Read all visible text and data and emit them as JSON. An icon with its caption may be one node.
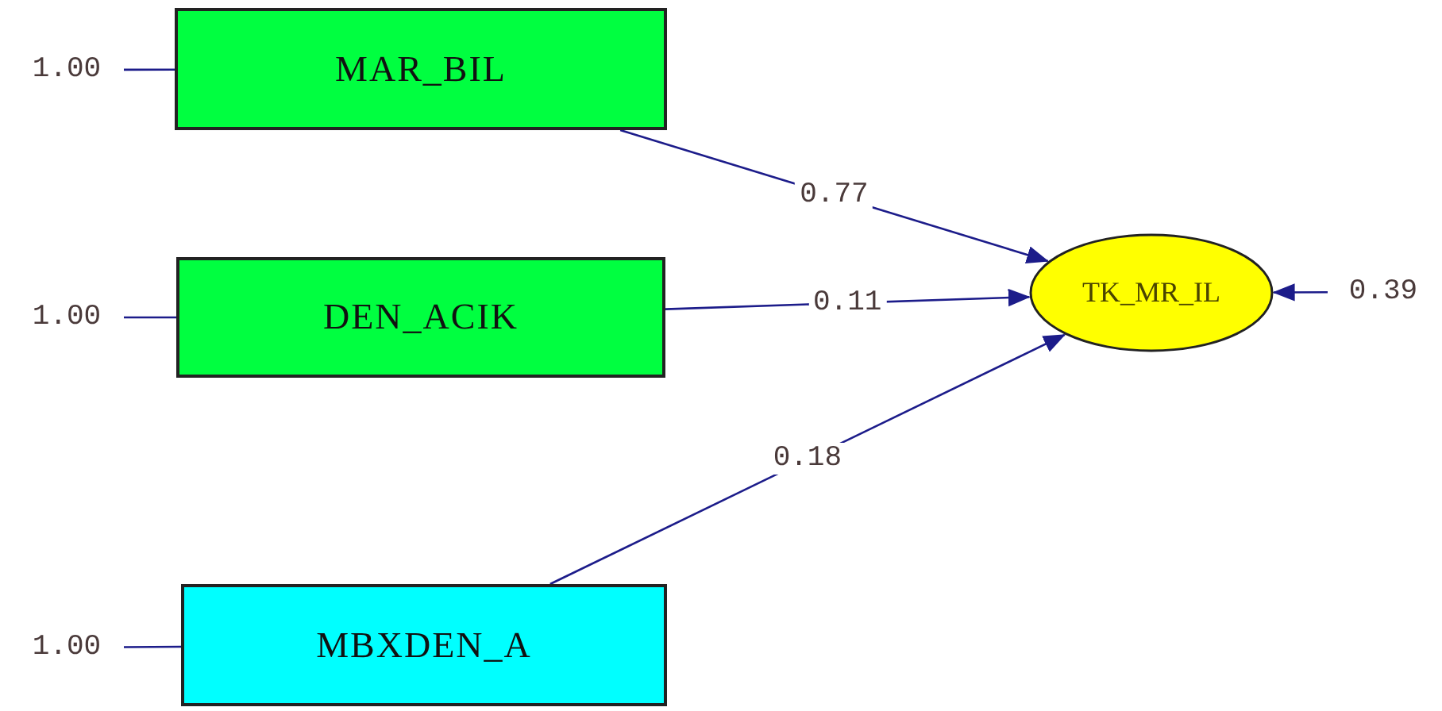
{
  "diagram": {
    "nodes": [
      {
        "text": [
          "1.00"
        ]
      },
      {
        "text": [
          "MAR_BIL"
        ]
      },
      {
        "text": [
          "1.00"
        ]
      },
      {
        "text": [
          "DEN_ACIK"
        ]
      },
      {
        "text": [
          "1.00"
        ]
      },
      {
        "text": [
          "MBXDEN_A"
        ]
      },
      {
        "text": [
          "TK_MR_IL"
        ]
      },
      {
        "text": [
          "0.39"
        ]
      }
    ],
    "edges": [
      {
        "from": 0,
        "to": 1,
        "arrow": "none"
      },
      {
        "from": 2,
        "to": 3,
        "arrow": "none"
      },
      {
        "from": 4,
        "to": 5,
        "arrow": "none"
      },
      {
        "from": 1,
        "to": 6,
        "arrow": "to",
        "label": "0.77"
      },
      {
        "from": 3,
        "to": 6,
        "arrow": "to",
        "label": "0.11"
      },
      {
        "from": 5,
        "to": 6,
        "arrow": "to",
        "label": "0.18"
      },
      {
        "from": 7,
        "to": 6,
        "arrow": "to"
      }
    ]
  }
}
